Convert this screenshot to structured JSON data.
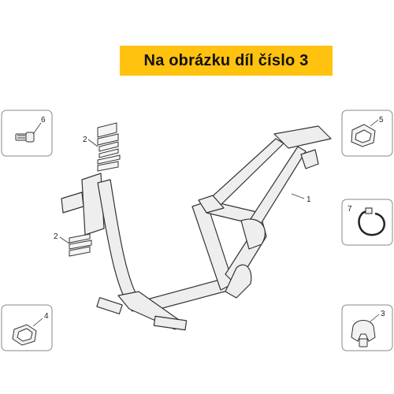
{
  "banner": {
    "text": "Na obrázku díl číslo 3",
    "color": "#ffc20e"
  },
  "callouts": [
    {
      "number": "1"
    },
    {
      "number": "2"
    },
    {
      "number": "2"
    },
    {
      "number": "3"
    },
    {
      "number": "4"
    },
    {
      "number": "5"
    },
    {
      "number": "6"
    },
    {
      "number": "7"
    }
  ],
  "icons": [
    "bolt-icon",
    "clip-icon",
    "spring-clip-icon",
    "retainer-clip-icon",
    "cable-tie-icon",
    "scooter-frame-icon"
  ]
}
